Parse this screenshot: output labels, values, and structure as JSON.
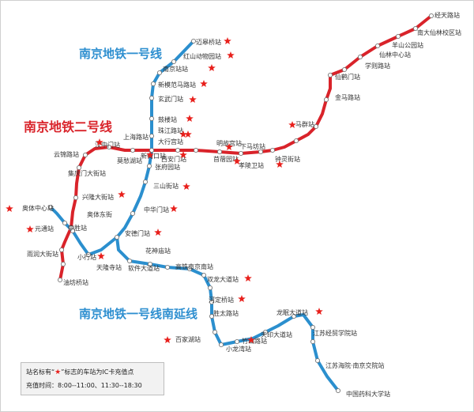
{
  "titles": {
    "line1": "南京地铁一号线",
    "line2": "南京地铁二号线",
    "line1_south": "南京地铁一号线南延线"
  },
  "colors": {
    "line1": "#2b8fce",
    "line2": "#d9232a",
    "star": "#e8201c"
  },
  "line1_stations": {
    "s_maigaoqiao": "迈皋桥站",
    "s_hongshan": "红山动物园站",
    "s_nanjingzhan": "南京站站",
    "s_xinmofan": "新模范马路站",
    "s_xuanwumen": "玄武门站",
    "s_gulou": "鼓楼站",
    "s_zhujianglu": "珠江路站",
    "s_xinjiekou": "新街口站",
    "s_zhangfuyuan": "张府园站",
    "s_sanshanjie": "三山街站",
    "s_zhonghuamen": "中华门站",
    "s_andemen": "安德门站",
    "s_xiaohang": "小行站",
    "s_zhongshengzhan": "中胜站",
    "s_yuanjingtong": "元通站",
    "s_aotizhongxin": "奥体中心站",
    "s_tianlongsi": "天隆寺站",
    "s_ruanjian": "软件大道站",
    "s_huashenmiao": "花神庙站",
    "s_gaotienan": "高铁南京南站",
    "s_shuanglong": "双龙大道站",
    "s_hedingqiao": "河定桥站",
    "s_shengtai": "胜太路站",
    "s_baijiahu": "百家湖站",
    "s_xiaolongwan": "小龙湾站",
    "s_zhushan": "竹山路站",
    "s_tianyin": "天印大道站",
    "s_longmian": "龙眠大道站",
    "s_jiangsujingmao": "江苏经贸学院站",
    "s_jiangsuhaiyun": "江苏海院·南京交院站",
    "s_yaoke": "中国药科大学站"
  },
  "line2_stations": {
    "s_jingtianlu": "经天路站",
    "s_xianlinxiaoqu": "南大仙林校区站",
    "s_yangshan": "羊山公园站",
    "s_xianlinzhongxin": "仙林中心站",
    "s_xuezelu": "学则路站",
    "s_xianhemen": "仙鹤门站",
    "s_jinmalu": "金马路站",
    "s_maqun": "马群站",
    "s_zhonglingjie": "钟灵街站",
    "s_xiamafang": "下马坊站",
    "s_xiaolingwei": "孝陵卫站",
    "s_minggugong": "明故宫站",
    "s_xianheyuan": "苜蓿园站",
    "s_dahanggong": "大行宫站",
    "s_xian_men": "西安门站",
    "s_shanghailu": "上海路站",
    "s_hanzhongmen": "汉中门站",
    "s_mochouhu": "莫愁湖站",
    "s_yunjinlu": "云锦路站",
    "s_jiqingmen": "集庆门大街站",
    "s_xinglong": "兴隆大街站",
    "s_aotidongjie": "奥体东街",
    "s_yuantongzhan": "元通站",
    "s_yurundajie": "雨润大街站",
    "s_youfangqiao": "油坊桥站"
  },
  "note": {
    "prefix": "站名标有“",
    "star_glyph": "★",
    "suffix": "”标志的车站为IC卡充值点",
    "hours": "充值时间：8:00--11:00、11:30--18:30"
  }
}
